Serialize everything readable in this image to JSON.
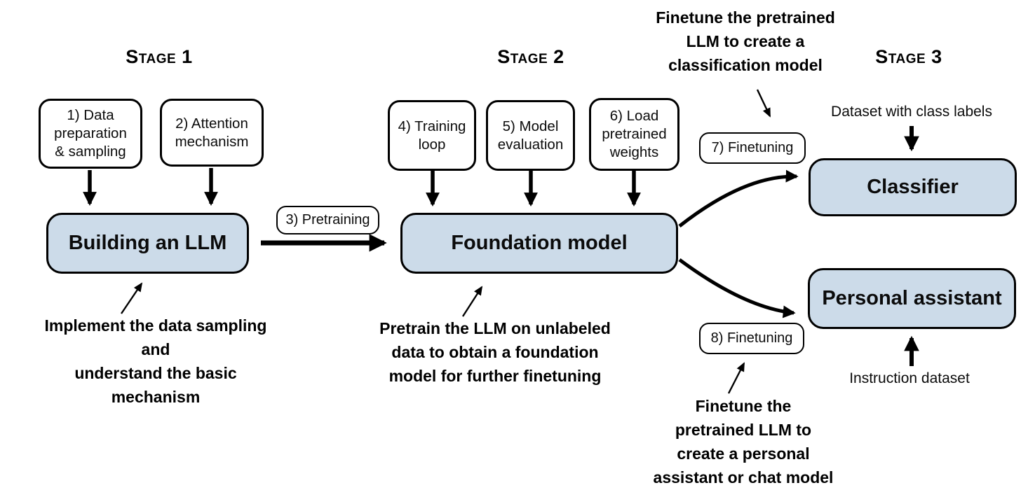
{
  "stages": {
    "stage1": "Stage 1",
    "stage2": "Stage 2",
    "stage3": "Stage 3"
  },
  "white_boxes": {
    "step1": {
      "lines": [
        "1) Data",
        "preparation",
        "& sampling"
      ]
    },
    "step2": {
      "lines": [
        "2) Attention",
        "mechanism"
      ]
    },
    "step3": {
      "label": "3) Pretraining"
    },
    "step4": {
      "lines": [
        "4) Training",
        "loop"
      ]
    },
    "step5": {
      "lines": [
        "5) Model",
        "evaluation"
      ]
    },
    "step6": {
      "lines": [
        "6) Load",
        "pretrained",
        "weights"
      ]
    },
    "step7": {
      "label": "7) Finetuning"
    },
    "step8": {
      "label": "8) Finetuning"
    }
  },
  "blue_boxes": {
    "building": "Building an LLM",
    "foundation": "Foundation model",
    "classifier": "Classifier",
    "assistant": "Personal assistant"
  },
  "inputs": {
    "dataset_labels": "Dataset with class labels",
    "instruction_dataset": "Instruction dataset"
  },
  "annotations": {
    "stage1_note": {
      "lines": [
        "Implement the data sampling and",
        "understand the basic mechanism"
      ]
    },
    "stage2_note": {
      "lines": [
        "Pretrain the LLM on unlabeled",
        "data to obtain a foundation",
        "model for further finetuning"
      ]
    },
    "classification_note": {
      "lines": [
        "Finetune the pretrained",
        "LLM to create a",
        "classification model"
      ]
    },
    "chat_note": {
      "lines": [
        "Finetune the",
        "pretrained LLM to",
        "create a personal",
        "assistant or chat model"
      ]
    }
  },
  "colors": {
    "box_fill": "#ccdbe9",
    "border": "#000000",
    "background": "#ffffff"
  }
}
